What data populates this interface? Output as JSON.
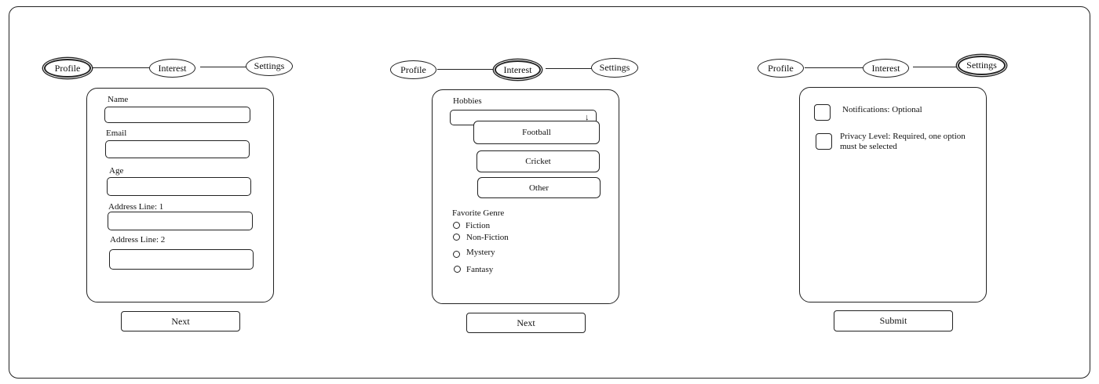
{
  "steps": {
    "profile": "Profile",
    "interest": "Interest",
    "settings": "Settings"
  },
  "profile_panel": {
    "fields": [
      {
        "label": "Name",
        "value": ""
      },
      {
        "label": "Email",
        "value": ""
      },
      {
        "label": "Age",
        "value": ""
      },
      {
        "label": "Address Line: 1",
        "value": ""
      },
      {
        "label": "Address Line: 2",
        "value": ""
      }
    ],
    "next_label": "Next"
  },
  "interest_panel": {
    "hobbies_label": "Hobbies",
    "hobbies_value": "",
    "dropdown_arrow": "↓",
    "hobby_options": [
      "Football",
      "Cricket",
      "Other"
    ],
    "genre_label": "Favorite Genre",
    "genres": [
      "Fiction",
      "Non-Fiction",
      "Mystery",
      "Fantasy"
    ],
    "next_label": "Next"
  },
  "settings_panel": {
    "notifications_label": "Notifications: Optional",
    "privacy_label": "Privacy Level: Required, one option must be selected",
    "submit_label": "Submit"
  }
}
